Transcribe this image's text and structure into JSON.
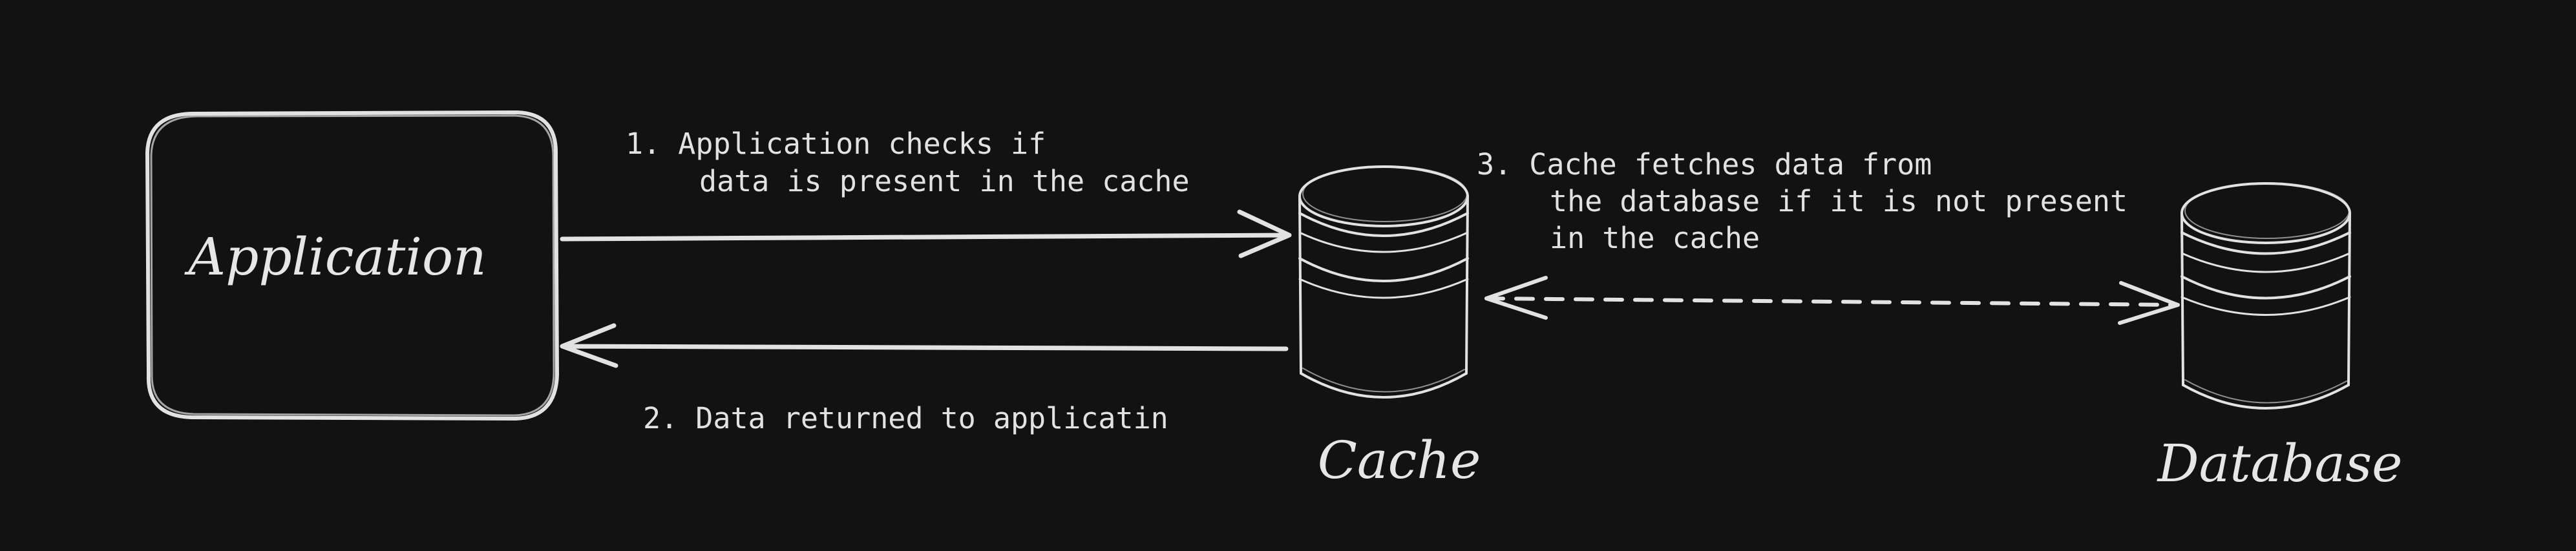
{
  "nodes": {
    "application": {
      "label": "Application"
    },
    "cache": {
      "label": "Cache"
    },
    "database": {
      "label": "Database"
    }
  },
  "edges": {
    "check_cache": {
      "lines": [
        "1. Application checks if",
        "data is present in the cache"
      ]
    },
    "return_data": {
      "lines": [
        "2. Data returned to applicatin"
      ]
    },
    "fetch_db": {
      "lines": [
        "3. Cache fetches data from",
        "the database if it is not present",
        "in the cache"
      ]
    }
  },
  "colors": {
    "background": "#121212",
    "stroke": "#e2e2e2",
    "text": "#e2e2e2"
  }
}
